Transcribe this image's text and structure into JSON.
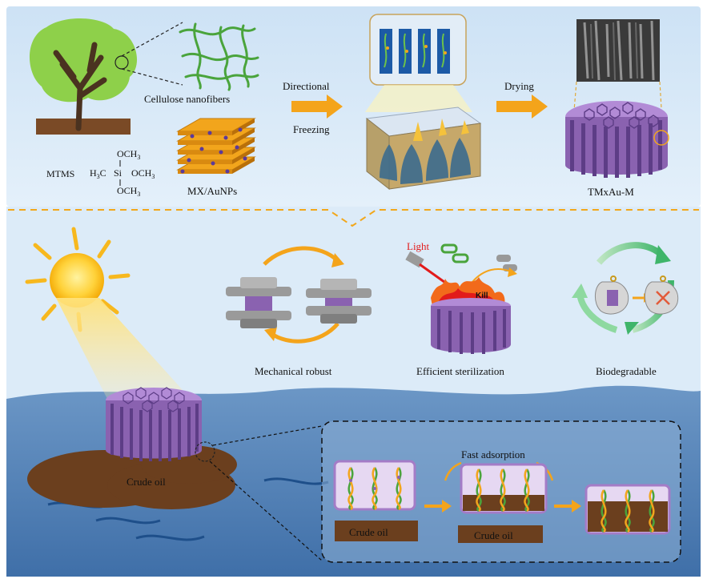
{
  "top": {
    "cellulose_label": "Cellulose nanofibers",
    "mtms_label": "MTMS",
    "formula": {
      "top": "OCH",
      "top_sub": "3",
      "left": "H",
      "left_sub": "3",
      "left_c": "C",
      "si": "Si",
      "right": "OCH",
      "right_sub": "3",
      "bottom": "OCH",
      "bottom_sub": "3"
    },
    "mxauNPs_label": "MX/AuNPs",
    "directional_label": "Directional",
    "freezing_label": "Freezing",
    "drying_label": "Drying",
    "product_label": "TMxAu-M"
  },
  "properties": {
    "mechanical_label": "Mechanical robust",
    "sterilization_label": "Efficient sterilization",
    "light_label": "Light",
    "kill_label": "Kill",
    "biodegradable_label": "Biodegradable"
  },
  "bottom": {
    "crude_oil_label": "Crude oil",
    "fast_adsorption_label": "Fast adsorption",
    "step1_label": "Crude oil",
    "step2_label": "Crude oil"
  },
  "colors": {
    "top_bg": "#d7e8f7",
    "sky_bg": "#dfeefa",
    "sea": "#4a7cb2",
    "arrow_orange": "#f4a41b",
    "purple": "#8a62b0",
    "oil_brown": "#6b3f1e",
    "tree_green": "#8ed04a",
    "light_red": "#e21b1b"
  }
}
